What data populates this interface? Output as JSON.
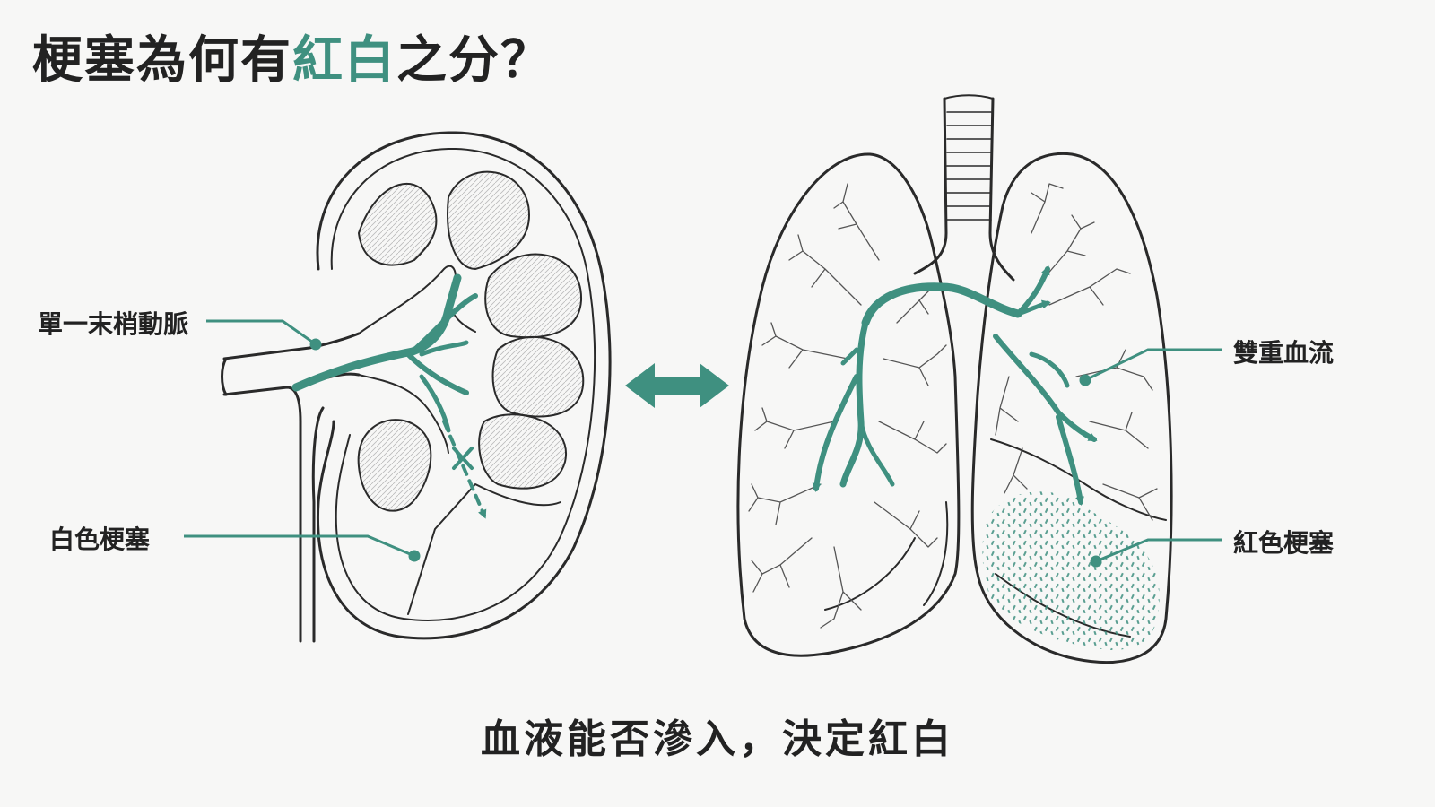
{
  "title": {
    "prefix": "梗塞為何有",
    "accent": "紅白",
    "suffix": "之分？"
  },
  "labels": {
    "kidney_artery": "單一末梢動脈",
    "white_infarct": "白色梗塞",
    "dual_blood": "雙重血流",
    "red_infarct": "紅色梗塞"
  },
  "caption": "血液能否滲入，決定紅白",
  "colors": {
    "accent": "#3f9080",
    "line": "#2a2a2a",
    "text": "#222222",
    "background": "#f7f7f6"
  },
  "icons": {
    "compare": "double-arrow-icon",
    "block": "x-mark-icon"
  }
}
